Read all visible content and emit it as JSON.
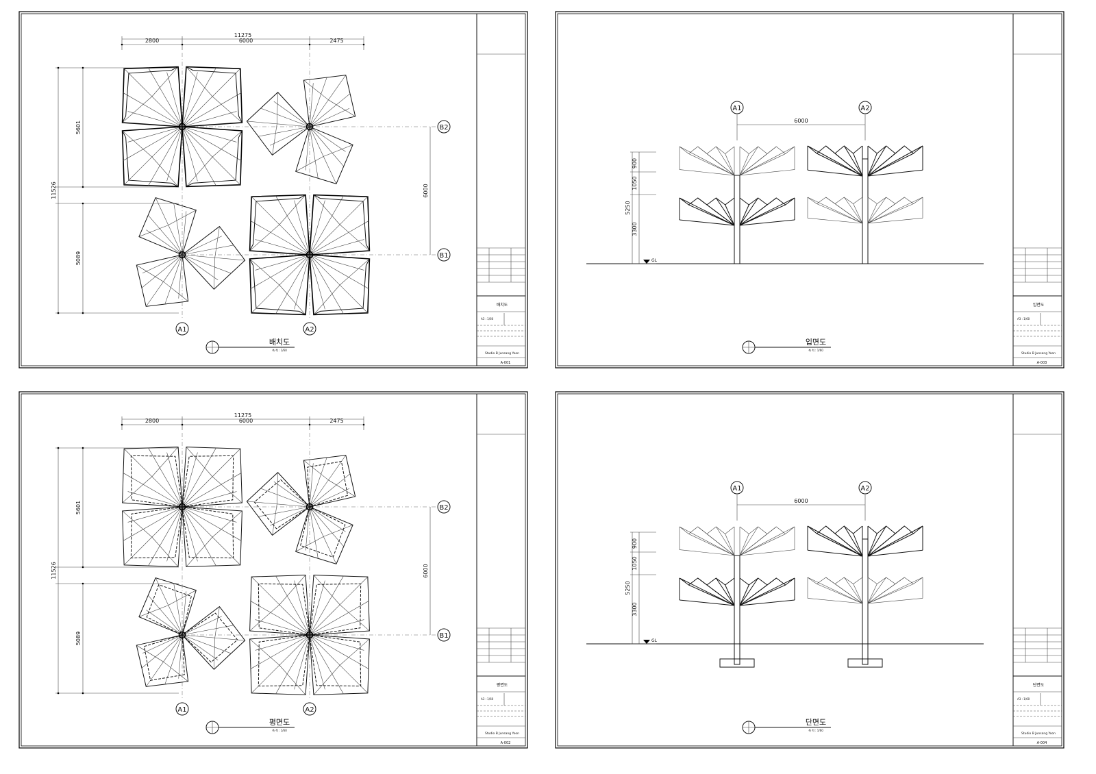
{
  "sheets": [
    {
      "title": "배치도",
      "scale": "축 척 : 1/60",
      "tb_title": "배치도",
      "tb_scale": "A3 : 1/60",
      "studio": "Studio B Junsang Yoon",
      "number": "A-001",
      "view": "site",
      "dims": {
        "total_w": "11275",
        "w1": "2800",
        "w2": "6000",
        "w3": "2475",
        "total_h": "11526",
        "h1": "5601",
        "h2": "5089",
        "grid_y": "6000"
      },
      "grid": {
        "a1": "A1",
        "a2": "A2",
        "b1": "B1",
        "b2": "B2"
      }
    },
    {
      "title": "입면도",
      "scale": "축 척 : 1/60",
      "tb_title": "입면도",
      "tb_scale": "A3 : 1/60",
      "studio": "Studio B Junsang Yoon",
      "number": "A-003",
      "view": "elevation",
      "dims": {
        "span": "6000",
        "h_total": "5250",
        "h1": "900",
        "h2": "1050",
        "h3": "3300",
        "gl": "GL"
      },
      "grid": {
        "a1": "A1",
        "a2": "A2"
      }
    },
    {
      "title": "평면도",
      "scale": "축 척 : 1/60",
      "tb_title": "평면도",
      "tb_scale": "A3 : 1/60",
      "studio": "Studio B Junsang Yoon",
      "number": "A-002",
      "view": "plan",
      "dims": {
        "total_w": "11275",
        "w1": "2800",
        "w2": "6000",
        "w3": "2475",
        "total_h": "11526",
        "h1": "5601",
        "h2": "5089",
        "grid_y": "6000"
      },
      "grid": {
        "a1": "A1",
        "a2": "A2",
        "b1": "B1",
        "b2": "B2"
      }
    },
    {
      "title": "단면도",
      "scale": "축 척 : 1/60",
      "tb_title": "단면도",
      "tb_scale": "A3 : 1/60",
      "studio": "Studio B Junsang Yoon",
      "number": "A-004",
      "view": "section",
      "dims": {
        "span": "6000",
        "h_total": "5250",
        "h1": "900",
        "h2": "1050",
        "h3": "3300",
        "gl": "GL"
      },
      "grid": {
        "a1": "A1",
        "a2": "A2"
      }
    }
  ]
}
